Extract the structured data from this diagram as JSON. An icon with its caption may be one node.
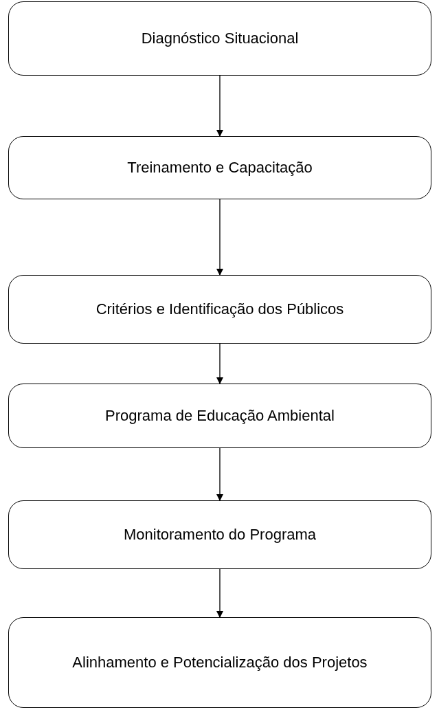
{
  "diagram": {
    "nodes": [
      {
        "text": [
          "Diagnóstico Situacional"
        ]
      },
      {
        "text": [
          "Treinamento e Capacitação"
        ]
      },
      {
        "text": [
          "Critérios e Identificação dos Públicos"
        ]
      },
      {
        "text": [
          "Programa de Educação Ambiental"
        ]
      },
      {
        "text": [
          "Monitoramento do Programa"
        ]
      },
      {
        "text": [
          "Alinhamento e Potencialização dos Projetos"
        ]
      }
    ],
    "edges": [
      {
        "from": 0,
        "to": 1,
        "arrow": "to"
      },
      {
        "from": 1,
        "to": 2,
        "arrow": "to"
      },
      {
        "from": 2,
        "to": 3,
        "arrow": "to"
      },
      {
        "from": 3,
        "to": 4,
        "arrow": "to"
      },
      {
        "from": 4,
        "to": 5,
        "arrow": "to"
      }
    ]
  }
}
